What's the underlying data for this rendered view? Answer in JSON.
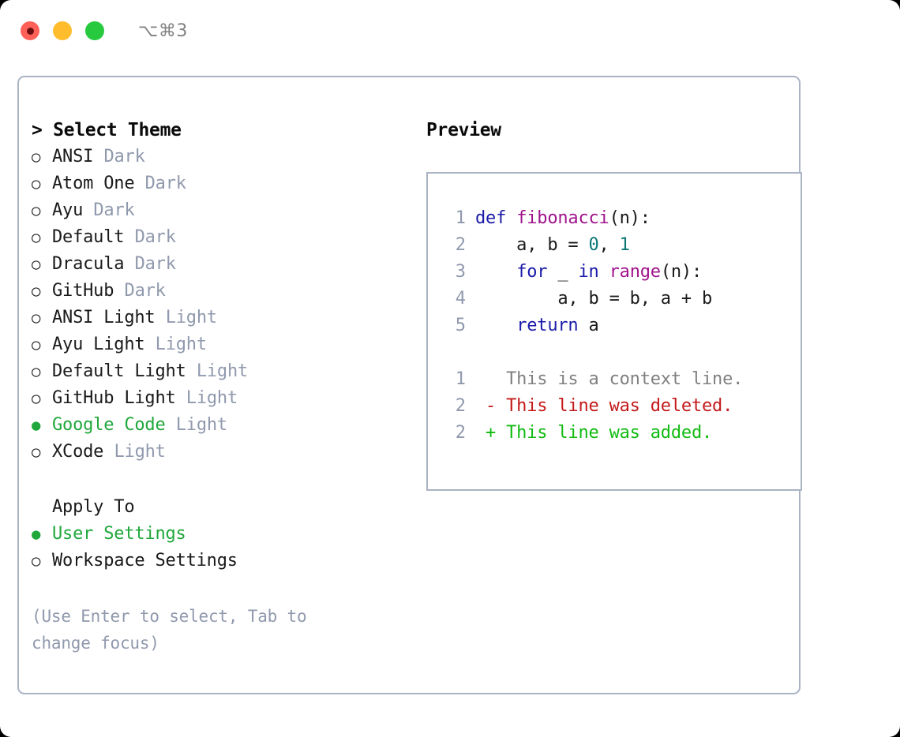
{
  "titlebar": {
    "shortcut": "⌥⌘3",
    "buttons": [
      {
        "name": "close-button",
        "color": "#ff6159"
      },
      {
        "name": "minimize-button",
        "color": "#ffbd2e"
      },
      {
        "name": "maximize-button",
        "color": "#27c93f"
      }
    ]
  },
  "theme_picker": {
    "title": "> Select Theme",
    "options": [
      {
        "bullet": "○",
        "label": "ANSI",
        "badge": "Dark",
        "selected": false
      },
      {
        "bullet": "○",
        "label": "Atom One",
        "badge": "Dark",
        "selected": false
      },
      {
        "bullet": "○",
        "label": "Ayu",
        "badge": "Dark",
        "selected": false
      },
      {
        "bullet": "○",
        "label": "Default",
        "badge": "Dark",
        "selected": false
      },
      {
        "bullet": "○",
        "label": "Dracula",
        "badge": "Dark",
        "selected": false
      },
      {
        "bullet": "○",
        "label": "GitHub",
        "badge": "Dark",
        "selected": false
      },
      {
        "bullet": "○",
        "label": "ANSI Light",
        "badge": "Light",
        "selected": false
      },
      {
        "bullet": "○",
        "label": "Ayu Light",
        "badge": "Light",
        "selected": false
      },
      {
        "bullet": "○",
        "label": "Default Light",
        "badge": "Light",
        "selected": false
      },
      {
        "bullet": "○",
        "label": "GitHub Light",
        "badge": "Light",
        "selected": false
      },
      {
        "bullet": "●",
        "label": "Google Code",
        "badge": "Light",
        "selected": true
      },
      {
        "bullet": "○",
        "label": "XCode",
        "badge": "Light",
        "selected": false
      }
    ]
  },
  "apply_to": {
    "header": "Apply To",
    "options": [
      {
        "bullet": "●",
        "label": "User Settings",
        "selected": true
      },
      {
        "bullet": "○",
        "label": "Workspace Settings",
        "selected": false
      }
    ]
  },
  "hint": "(Use Enter to select, Tab to change focus)",
  "preview": {
    "title": "Preview",
    "code_lines": [
      {
        "number": "1",
        "tokens": [
          {
            "text": "def ",
            "type": "kw"
          },
          {
            "text": "fibonacci",
            "type": "fn"
          },
          {
            "text": "(n):",
            "type": "plain"
          }
        ]
      },
      {
        "number": "2",
        "tokens": [
          {
            "text": "    a, b = ",
            "type": "plain"
          },
          {
            "text": "0",
            "type": "num"
          },
          {
            "text": ", ",
            "type": "plain"
          },
          {
            "text": "1",
            "type": "num"
          }
        ]
      },
      {
        "number": "3",
        "tokens": [
          {
            "text": "    ",
            "type": "plain"
          },
          {
            "text": "for",
            "type": "kw"
          },
          {
            "text": " _ ",
            "type": "plain"
          },
          {
            "text": "in",
            "type": "kw"
          },
          {
            "text": " ",
            "type": "plain"
          },
          {
            "text": "range",
            "type": "fn"
          },
          {
            "text": "(n):",
            "type": "plain"
          }
        ]
      },
      {
        "number": "4",
        "tokens": [
          {
            "text": "        a, b = b, a + b",
            "type": "plain"
          }
        ]
      },
      {
        "number": "5",
        "tokens": [
          {
            "text": "    ",
            "type": "plain"
          },
          {
            "text": "return",
            "type": "kw"
          },
          {
            "text": " a",
            "type": "plain"
          }
        ]
      }
    ],
    "diff_lines": [
      {
        "number": "1",
        "tokens": [
          {
            "text": "   This is a context line.",
            "type": "ctx"
          }
        ]
      },
      {
        "number": "2",
        "tokens": [
          {
            "text": " - This line was deleted.",
            "type": "del"
          }
        ]
      },
      {
        "number": "2",
        "tokens": [
          {
            "text": " + This line was added.",
            "type": "add"
          }
        ]
      }
    ]
  },
  "colors": {
    "accent_green": "#21a83c",
    "badge_gray": "#9099ad",
    "border": "#aab4c4",
    "keyword": "#1a1aa8",
    "function": "#a0148c",
    "number": "#0d7777",
    "context": "#808080",
    "deleted": "#c41a1a",
    "added": "#11bb11"
  }
}
